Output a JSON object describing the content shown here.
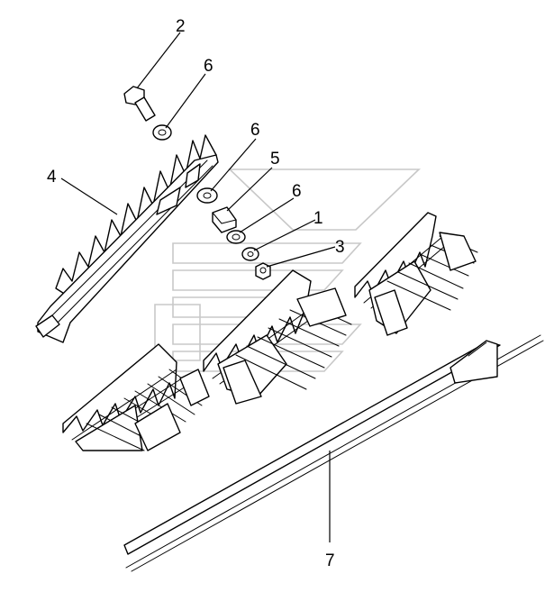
{
  "callouts": [
    {
      "id": "2",
      "label": "2"
    },
    {
      "id": "6a",
      "label": "6"
    },
    {
      "id": "4",
      "label": "4"
    },
    {
      "id": "6b",
      "label": "6"
    },
    {
      "id": "5",
      "label": "5"
    },
    {
      "id": "6c",
      "label": "6"
    },
    {
      "id": "1",
      "label": "1"
    },
    {
      "id": "3",
      "label": "3"
    },
    {
      "id": "7",
      "label": "7"
    }
  ],
  "colors": {
    "line": "#000000",
    "background": "#ffffff",
    "watermark": "#c8c8c8"
  }
}
